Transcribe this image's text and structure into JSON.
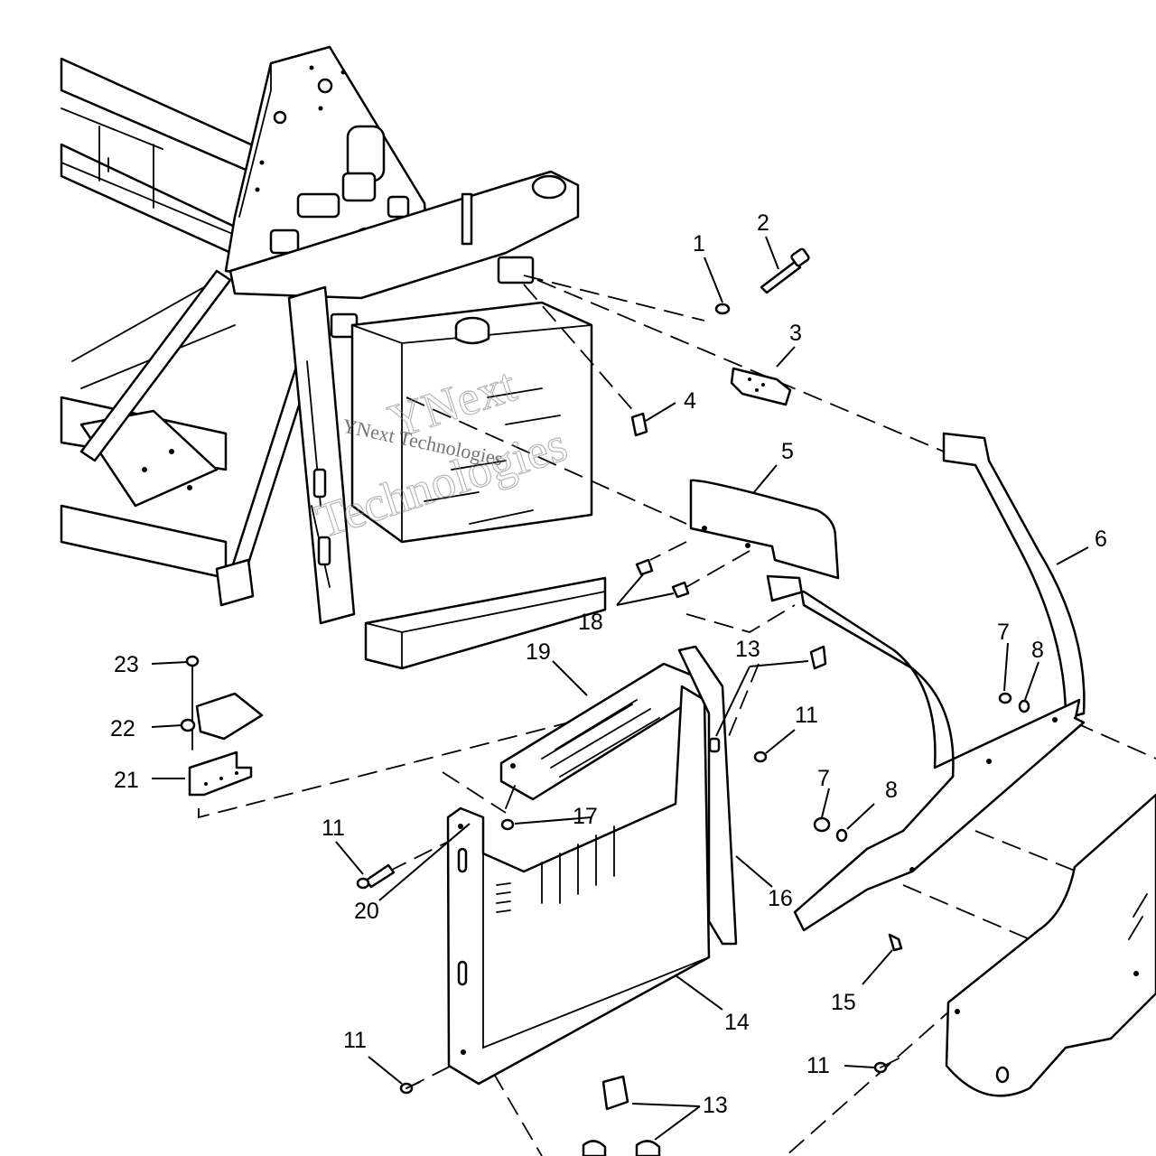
{
  "watermark": {
    "line1": "YNext",
    "line2": "Technologies",
    "small": "YNext Technologies"
  },
  "callouts": {
    "c1": "1",
    "c2": "2",
    "c3": "3",
    "c4": "4",
    "c5": "5",
    "c6": "6",
    "c7a": "7",
    "c7b": "7",
    "c8a": "8",
    "c8b": "8",
    "c11a": "11",
    "c11b": "11",
    "c11c": "11",
    "c11d": "11",
    "c13a": "13",
    "c13b": "13",
    "c14": "14",
    "c15": "15",
    "c16": "16",
    "c17": "17",
    "c18": "18",
    "c19": "19",
    "c20": "20",
    "c21": "21",
    "c22": "22",
    "c23": "23"
  }
}
